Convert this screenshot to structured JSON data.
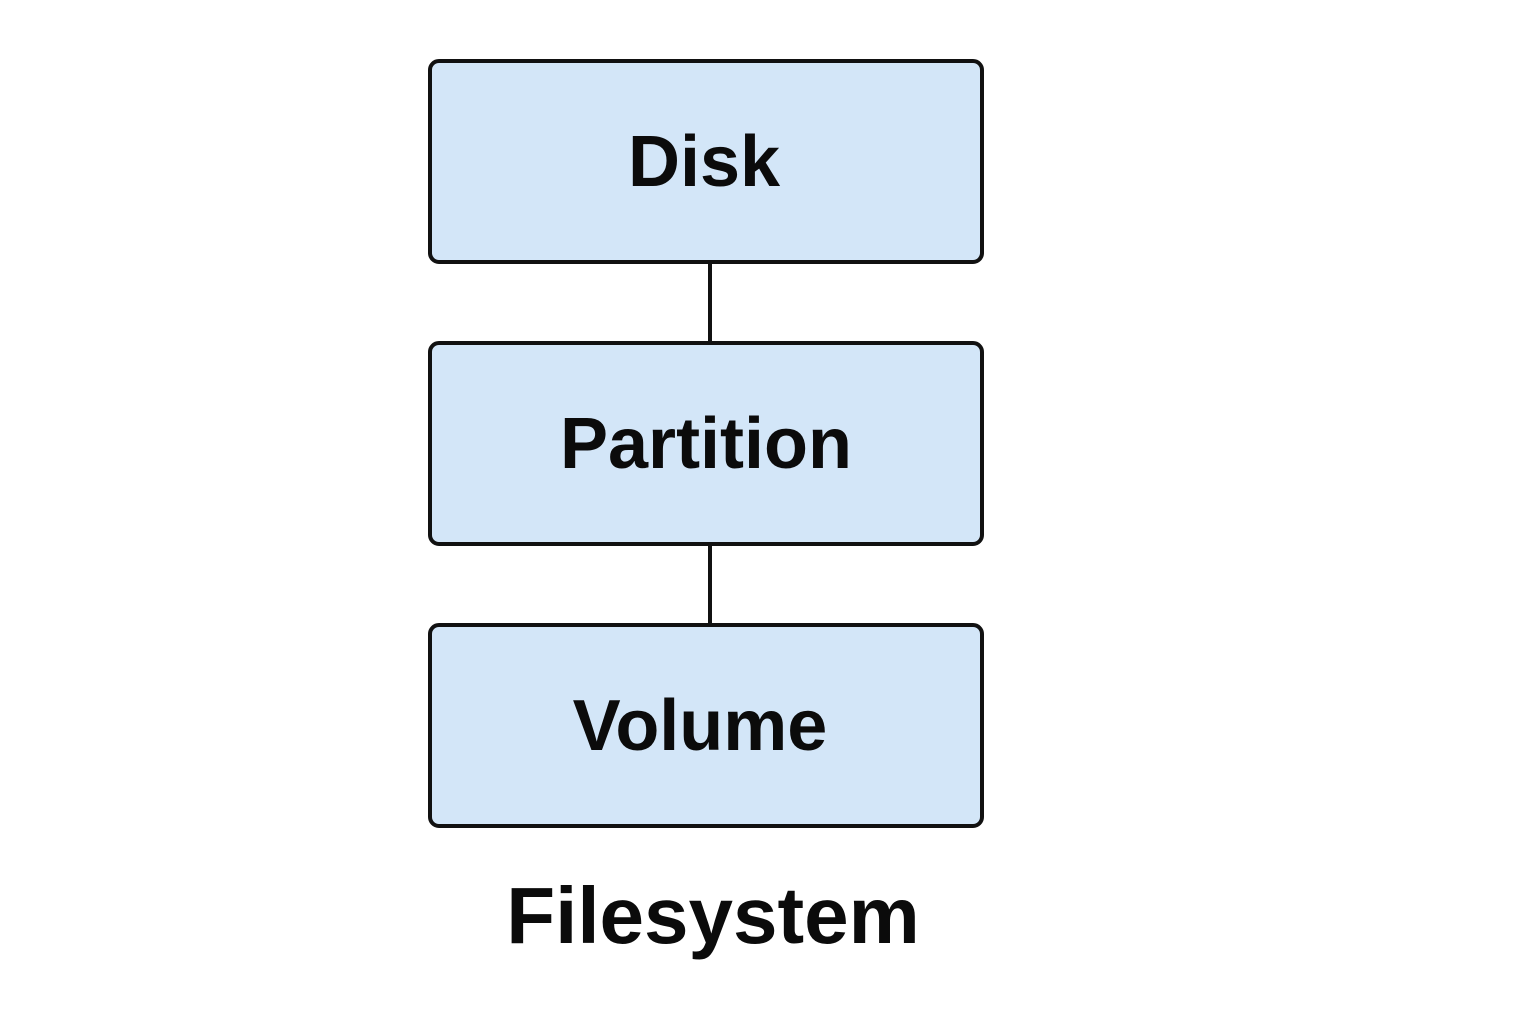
{
  "diagram": {
    "nodes": [
      {
        "label": "Disk"
      },
      {
        "label": "Partition"
      },
      {
        "label": "Volume"
      }
    ],
    "caption": "Filesystem",
    "colors": {
      "node_fill": "#d3e6f8",
      "node_border": "#111111",
      "text": "#0b0b0b",
      "background": "#ffffff"
    }
  }
}
